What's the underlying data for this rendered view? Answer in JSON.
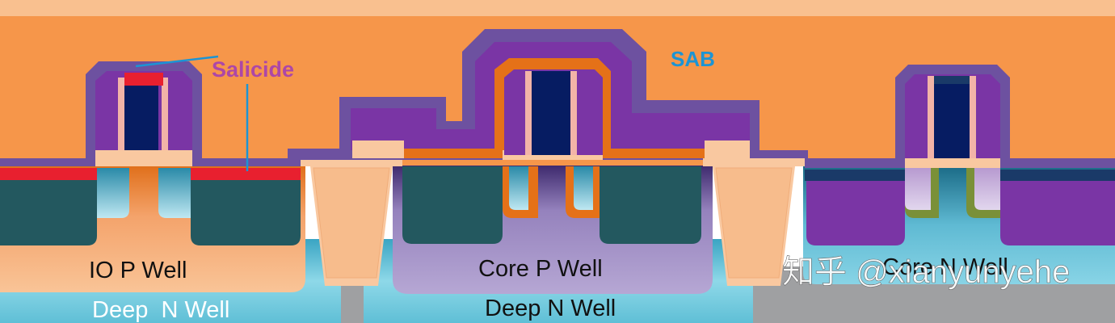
{
  "labels": {
    "salicide": "Salicide",
    "sab": "SAB",
    "io_p_well": "IO P Well",
    "deep_n_well_left": "Deep  N Well",
    "core_p_well": "Core P Well",
    "deep_n_well_center": "Deep N Well",
    "core_n_well": "Core N Well"
  },
  "watermark": "知乎 @xianyunyehe",
  "colors": {
    "top_band": "#f9c08f",
    "oxide_fill": "#f6964a",
    "sab_layer": "#6d51a0",
    "spacer": "#7a35a5",
    "poly_gate": "#061c62",
    "salicide": "#e8202f",
    "nplus_diffusion": "#23585f",
    "pplus_diffusion": "#7a35a5",
    "io_p_well": "#f9b483",
    "core_p_well": "#a593c4",
    "core_n_well": "#2e8fa8",
    "deep_n_well": "#7ecfe2",
    "sti": "#f9c8a0",
    "substrate": "#9fa0a2",
    "salicide_label": "#ad47a7",
    "sab_label": "#1c94d4"
  }
}
